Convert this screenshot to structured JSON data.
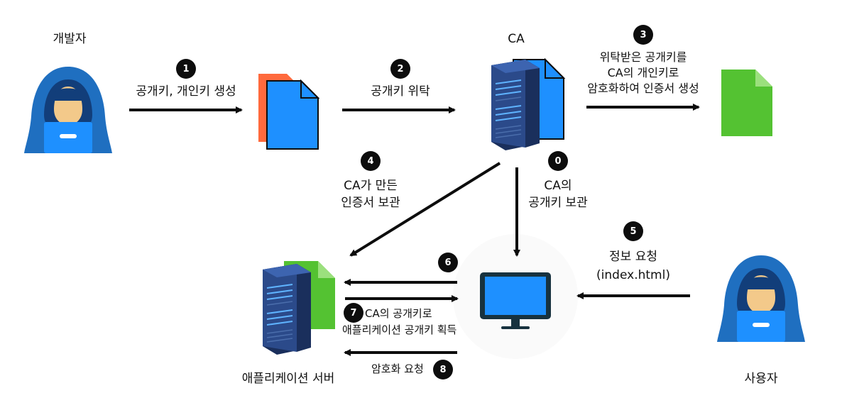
{
  "actors": {
    "developer": "개발자",
    "ca": "CA",
    "app_server": "애플리케이션 서버",
    "user": "사용자"
  },
  "steps": [
    {
      "num": "0",
      "text": [
        "CA의",
        "공개키 보관"
      ]
    },
    {
      "num": "1",
      "text": [
        "공개키, 개인키 생성"
      ]
    },
    {
      "num": "2",
      "text": [
        "공개키 위탁"
      ]
    },
    {
      "num": "3",
      "text": [
        "위탁받은 공개키를",
        "CA의 개인키로",
        "암호화하여 인증서 생성"
      ]
    },
    {
      "num": "4",
      "text": [
        "CA가 만든",
        "인증서 보관"
      ]
    },
    {
      "num": "5",
      "text": [
        "정보 요청",
        "(index.html)"
      ]
    },
    {
      "num": "6",
      "text": []
    },
    {
      "num": "7",
      "text": [
        "CA의 공개키로",
        "애플리케이션 공개키 획득"
      ]
    },
    {
      "num": "8",
      "text": [
        "암호화 요청"
      ]
    }
  ],
  "colors": {
    "hood": "#1f6fc0",
    "hood_dark": "#123e7a",
    "face": "#f3c98a",
    "laptop": "#1e90ff",
    "doc_blue": "#1e90ff",
    "doc_orange": "#ff6a3d",
    "doc_green": "#54c232",
    "server": "#2b4a8a",
    "server_dark": "#1a2f5c",
    "monitor_screen": "#1e90ff",
    "badge": "#0d0d0d",
    "arrow": "#0d0d0d"
  },
  "icons": [
    "hacker-icon",
    "document-icon",
    "server-icon",
    "monitor-icon"
  ]
}
